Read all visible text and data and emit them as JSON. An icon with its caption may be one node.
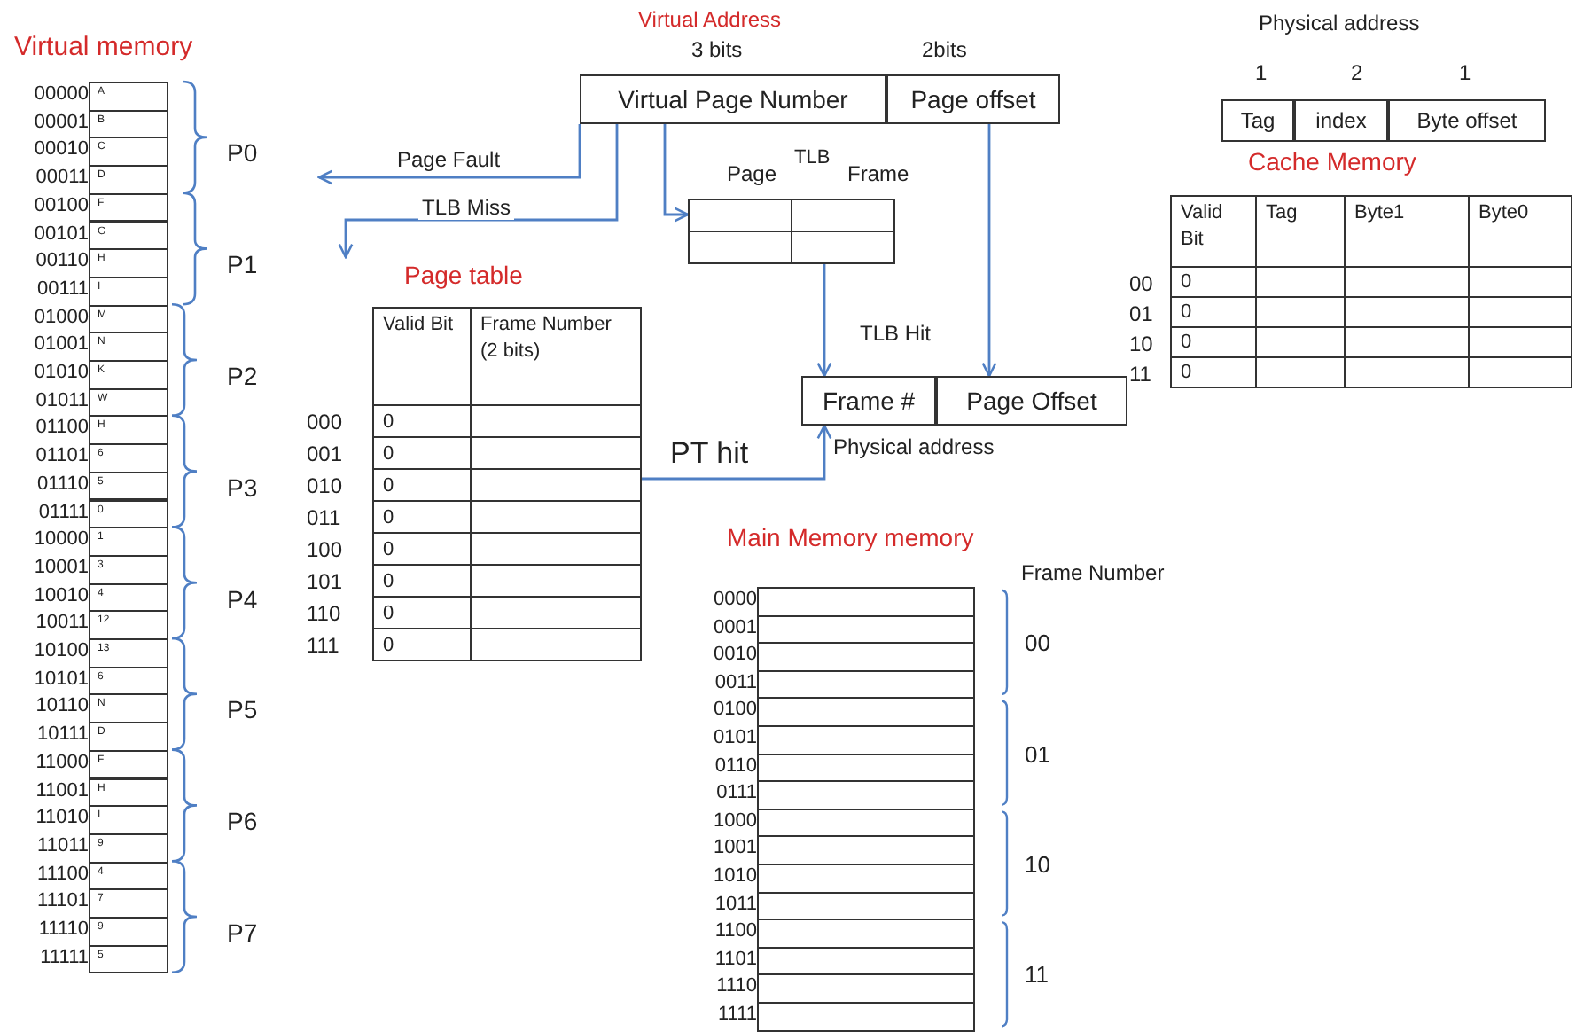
{
  "diagram": {
    "nodes": [
      {
        "text": [
          "Virtual Page Number"
        ]
      },
      {
        "text": [
          "Page offset"
        ]
      },
      {
        "text": [
          "Page",
          "TLB",
          "Frame"
        ]
      },
      {
        "text": [
          "Page table"
        ]
      },
      {
        "text": [
          "Frame #"
        ]
      },
      {
        "text": [
          "Page Offset"
        ]
      },
      {
        "text": [
          "Tag"
        ]
      },
      {
        "text": [
          "index"
        ]
      },
      {
        "text": [
          "Byte offset"
        ]
      }
    ],
    "edges": [
      {
        "from": 0,
        "to": null,
        "arrow": "to",
        "label": "Page Fault"
      },
      {
        "from": 0,
        "to": 3,
        "arrow": "to",
        "label": "TLB Miss"
      },
      {
        "from": 0,
        "to": 2,
        "arrow": "to"
      },
      {
        "from": 2,
        "to": 4,
        "arrow": "to",
        "label": "TLB Hit"
      },
      {
        "from": 1,
        "to": 5,
        "arrow": "to"
      },
      {
        "from": 3,
        "to": 4,
        "arrow": "to",
        "label": "PT hit"
      }
    ],
    "labels": [
      "Virtual memory",
      "00000",
      "A",
      "00001",
      "B",
      "00010",
      "C",
      "00011",
      "D",
      "00100",
      "F",
      "00101",
      "G",
      "00110",
      "H",
      "00111",
      "I",
      "01000",
      "M",
      "01001",
      "N",
      "01010",
      "K",
      "01011",
      "W",
      "01100",
      "H",
      "01101",
      "6",
      "01110",
      "5",
      "01111",
      "0",
      "10000",
      "1",
      "10001",
      "3",
      "10010",
      "4",
      "10011",
      "12",
      "10100",
      "13",
      "10101",
      "6",
      "10110",
      "N",
      "10111",
      "D",
      "11000",
      "F",
      "11001",
      "H",
      "11010",
      "I",
      "11011",
      "9",
      "11100",
      "4",
      "11101",
      "7",
      "11110",
      "9",
      "11111",
      "5",
      "P0",
      "P1",
      "P2",
      "P3",
      "P4",
      "P5",
      "P6",
      "P7",
      "Virtual Address",
      "3 bits",
      "2bits",
      "Physical address",
      "1",
      "2",
      "1",
      "Cache Memory",
      "Valid Bit",
      "Tag",
      "Byte1",
      "Byte0",
      "00",
      "0",
      "01",
      "0",
      "10",
      "0",
      "11",
      "0",
      "Valid Bit",
      "Frame Number (2 bits)",
      "000",
      "0",
      "001",
      "0",
      "010",
      "0",
      "011",
      "0",
      "100",
      "0",
      "101",
      "0",
      "110",
      "0",
      "111",
      "0",
      "Physical address",
      "Main Memory memory",
      "Frame Number",
      "0000",
      "0001",
      "0010",
      "0011",
      "0100",
      "0101",
      "0110",
      "0111",
      "1000",
      "1001",
      "1010",
      "1011",
      "1100",
      "1101",
      "1110",
      "1111",
      "00",
      "01",
      "10",
      "11"
    ]
  }
}
